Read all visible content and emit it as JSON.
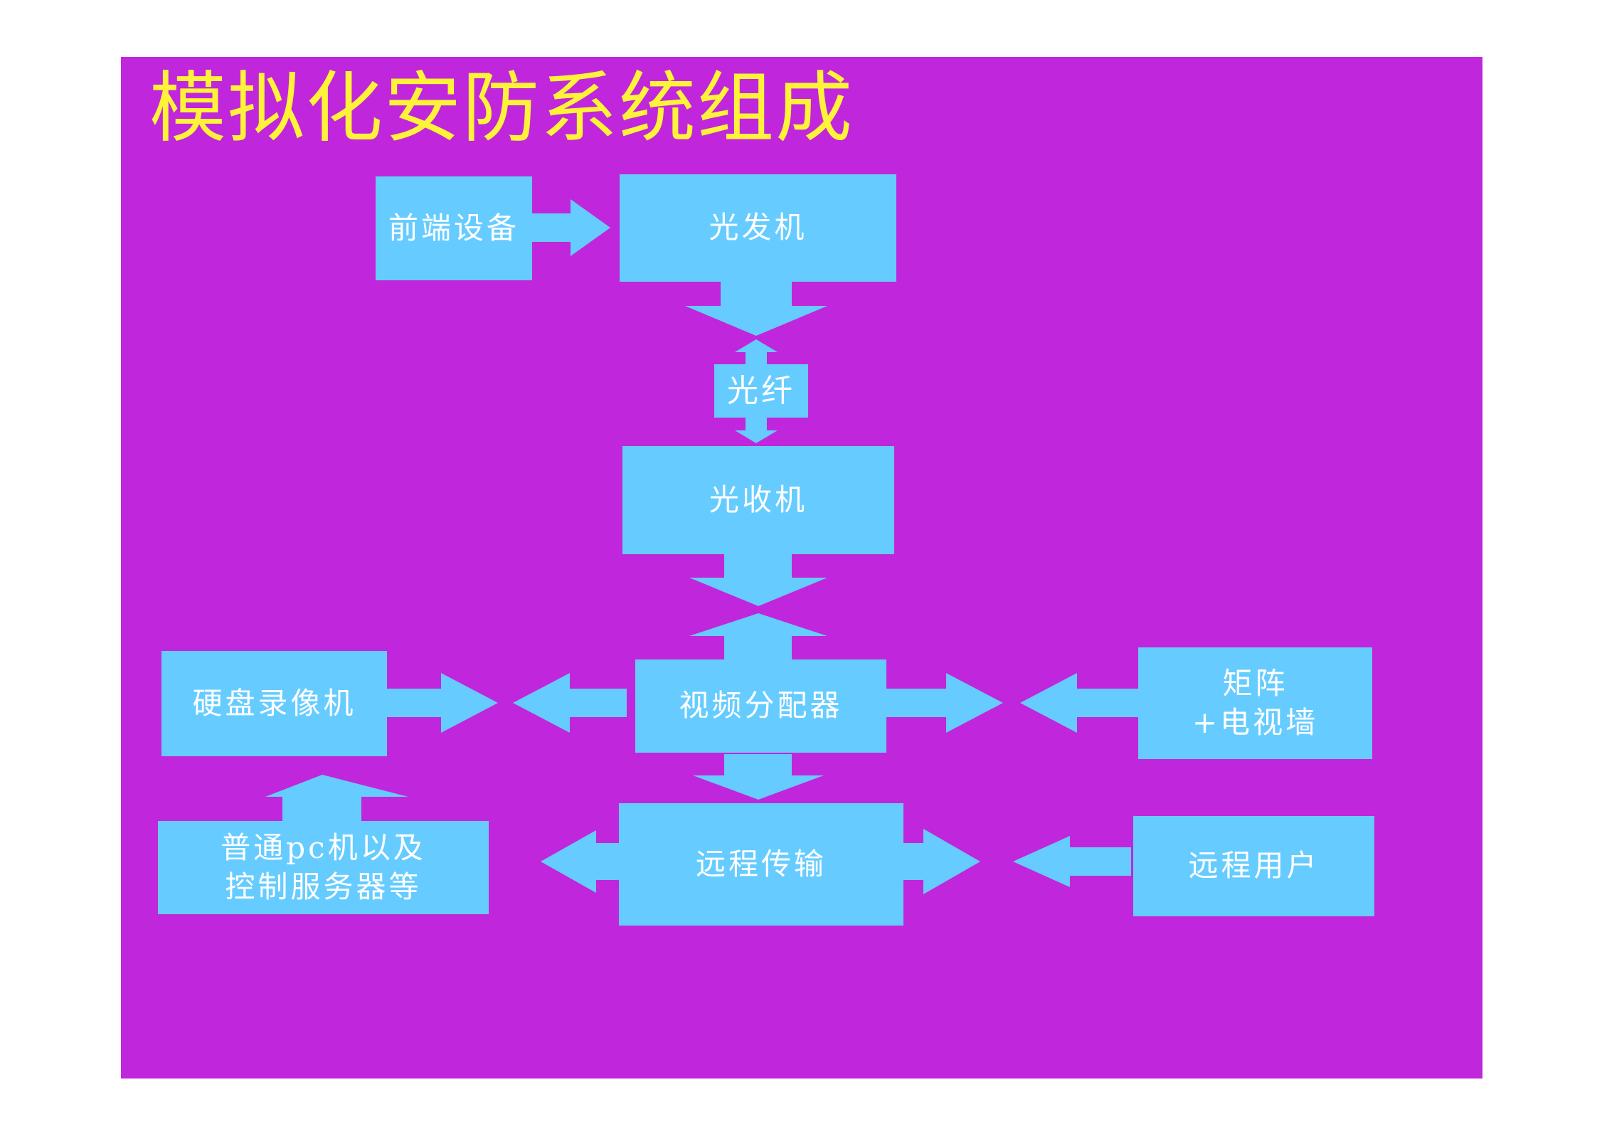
{
  "title": "模拟化安防系统组成",
  "colors": {
    "background": "#c026dc",
    "box": "#66ccff",
    "title": "#fff33a",
    "box_text": "#ffffff"
  },
  "nodes": {
    "front_end": "前端设备",
    "optical_transmitter": "光发机",
    "fiber": "光纤",
    "optical_receiver": "光收机",
    "video_distributor": "视频分配器",
    "dvr": "硬盘录像机",
    "matrix_tv_wall": "矩阵\n+电视墙",
    "pc_servers": "普通pc机以及\n控制服务器等",
    "remote_transmission": "远程传输",
    "remote_user": "远程用户"
  }
}
